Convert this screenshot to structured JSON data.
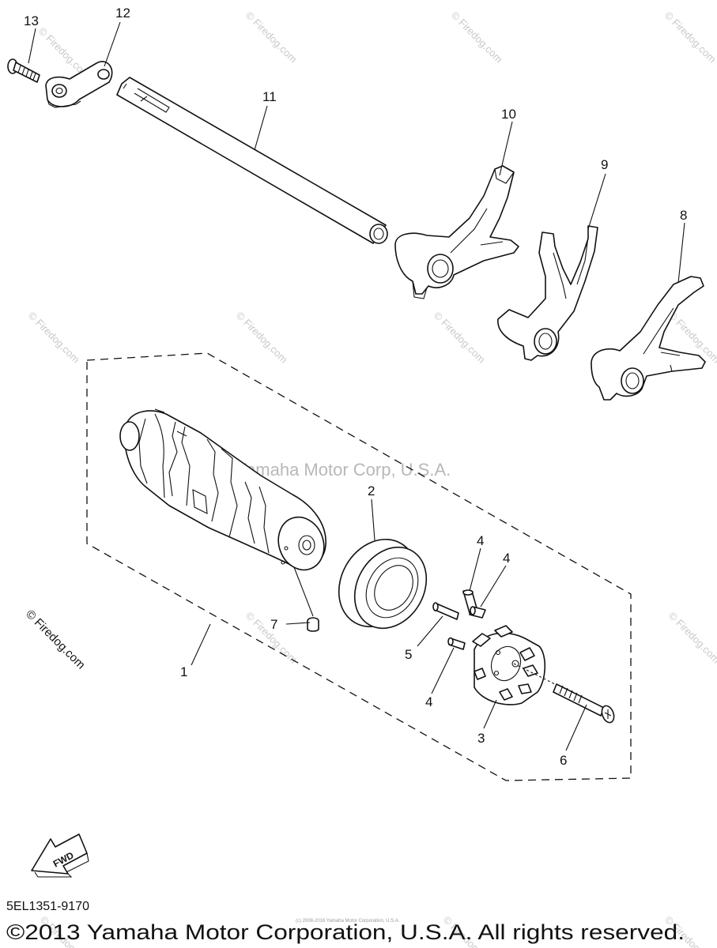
{
  "diagram": {
    "part_numbers": {
      "p1": "1",
      "p2": "2",
      "p3": "3",
      "p4a": "4",
      "p4b": "4",
      "p4c": "4",
      "p5": "5",
      "p6": "6",
      "p7": "7",
      "p8": "8",
      "p9": "9",
      "p10": "10",
      "p11": "11",
      "p12": "12",
      "p13": "13"
    },
    "center_watermark": "Yamaha Motor Corp, U.S.A.",
    "watermark": "© Firedog.com",
    "fwd_label": "FWD",
    "diagram_code": "5EL1351-9170",
    "small_copyright": "(c) 2008-2016 Yamaha Motor Corporation, U.S.A.",
    "copyright": "©2013 Yamaha Motor Corporation, U.S.A. All rights reserved."
  }
}
